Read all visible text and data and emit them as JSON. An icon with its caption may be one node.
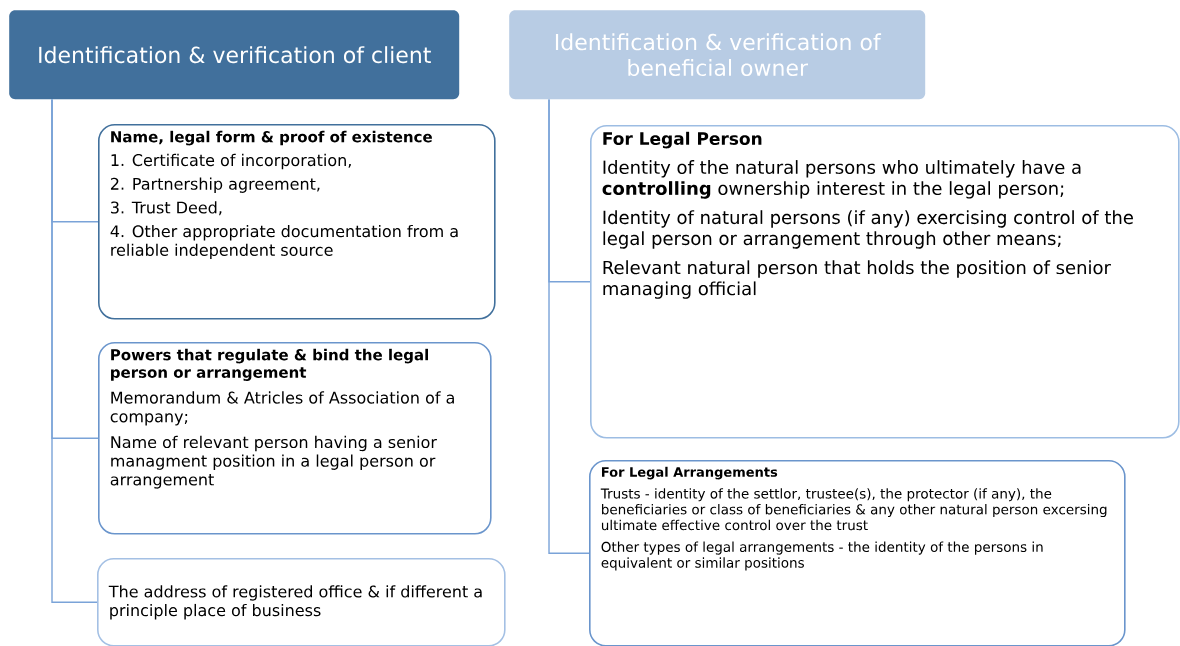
{
  "diagram": {
    "nodes": [
      {
        "text": [
          "Identification & verification of client"
        ]
      },
      {
        "text": [
          "Name, legal form & proof of existence",
          "1. Certificate of incorporation,",
          "2. Partnership agreement,",
          "3. Trust Deed,",
          "4. Other appropriate documentation from a reliable independent source"
        ]
      },
      {
        "text": [
          "Powers that regulate & bind the legal person or arrangement",
          "Memorandum & Atricles of Association of a company;",
          "Name of relevant person having a senior managment position in a legal person or arrangement"
        ]
      },
      {
        "text": [
          "The address of registered office & if different a principle place of business"
        ]
      },
      {
        "text": [
          "Identification & verification of beneficial owner"
        ]
      },
      {
        "text": [
          "For Legal Person",
          "Identity of the natural persons who ultimately have a **controlling** ownership interest in the legal person;",
          "Identity of natural persons (if any) exercising control of the legal person or arrangement through other means;",
          "Relevant natural person that holds the position of senior managing official"
        ]
      },
      {
        "text": [
          "For Legal Arrangements",
          "Trusts - identity of the settlor, trustee(s), the protector (if any), the beneficiaries or class of beneficiaries & any other natural person excersing ultimate effective control over the trust",
          "Other types of legal arrangements - the identity of the persons in equivalent or similar positions"
        ]
      }
    ],
    "edges": [
      {
        "from": 0,
        "to": 1,
        "arrow": "none"
      },
      {
        "from": 0,
        "to": 2,
        "arrow": "none"
      },
      {
        "from": 0,
        "to": 3,
        "arrow": "none"
      },
      {
        "from": 4,
        "to": 5,
        "arrow": "none"
      },
      {
        "from": 4,
        "to": 6,
        "arrow": "none"
      }
    ]
  }
}
